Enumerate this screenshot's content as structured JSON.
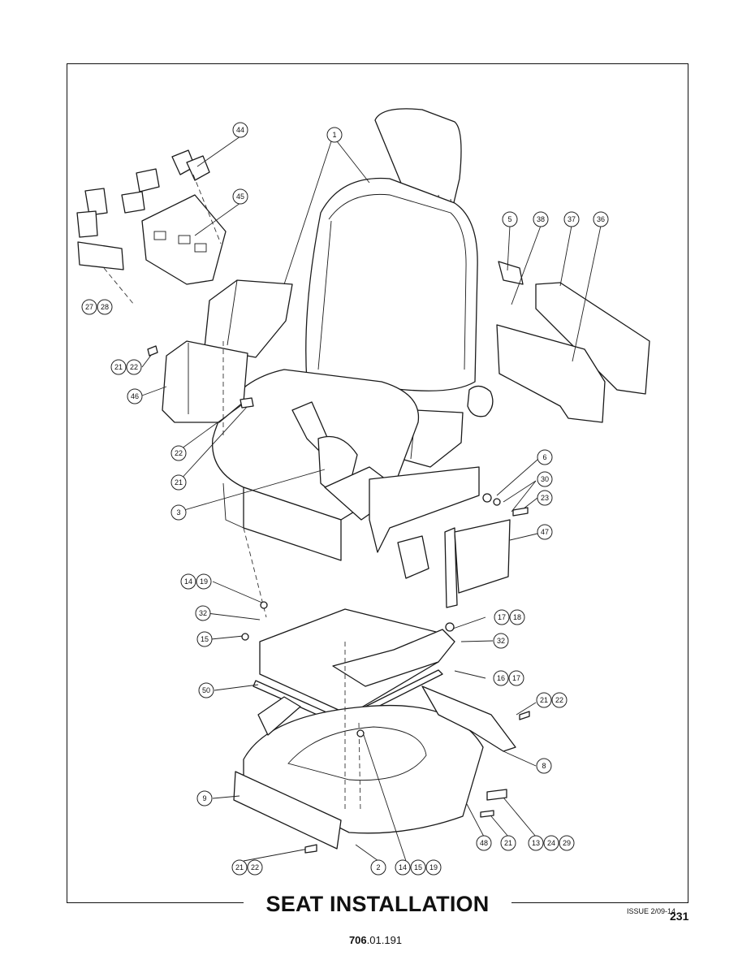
{
  "title": "SEAT INSTALLATION",
  "issue": "ISSUE 2/09-14",
  "page_number": "231",
  "doc_ref_bold": "706",
  "doc_ref_rest": ".01.191",
  "callouts": {
    "c1": "1",
    "c2": "2",
    "c3": "3",
    "c5": "5",
    "c6": "6",
    "c8": "8",
    "c9": "9",
    "c13": "13",
    "c14": "14",
    "c15": "15",
    "c16": "16",
    "c17": "17",
    "c18": "18",
    "c19": "19",
    "c21": "21",
    "c22": "22",
    "c23": "23",
    "c24": "24",
    "c27": "27",
    "c28": "28",
    "c29": "29",
    "c30": "30",
    "c32": "32",
    "c36": "36",
    "c37": "37",
    "c38": "38",
    "c44": "44",
    "c45": "45",
    "c46": "46",
    "c47": "47",
    "c48": "48",
    "c50": "50"
  }
}
